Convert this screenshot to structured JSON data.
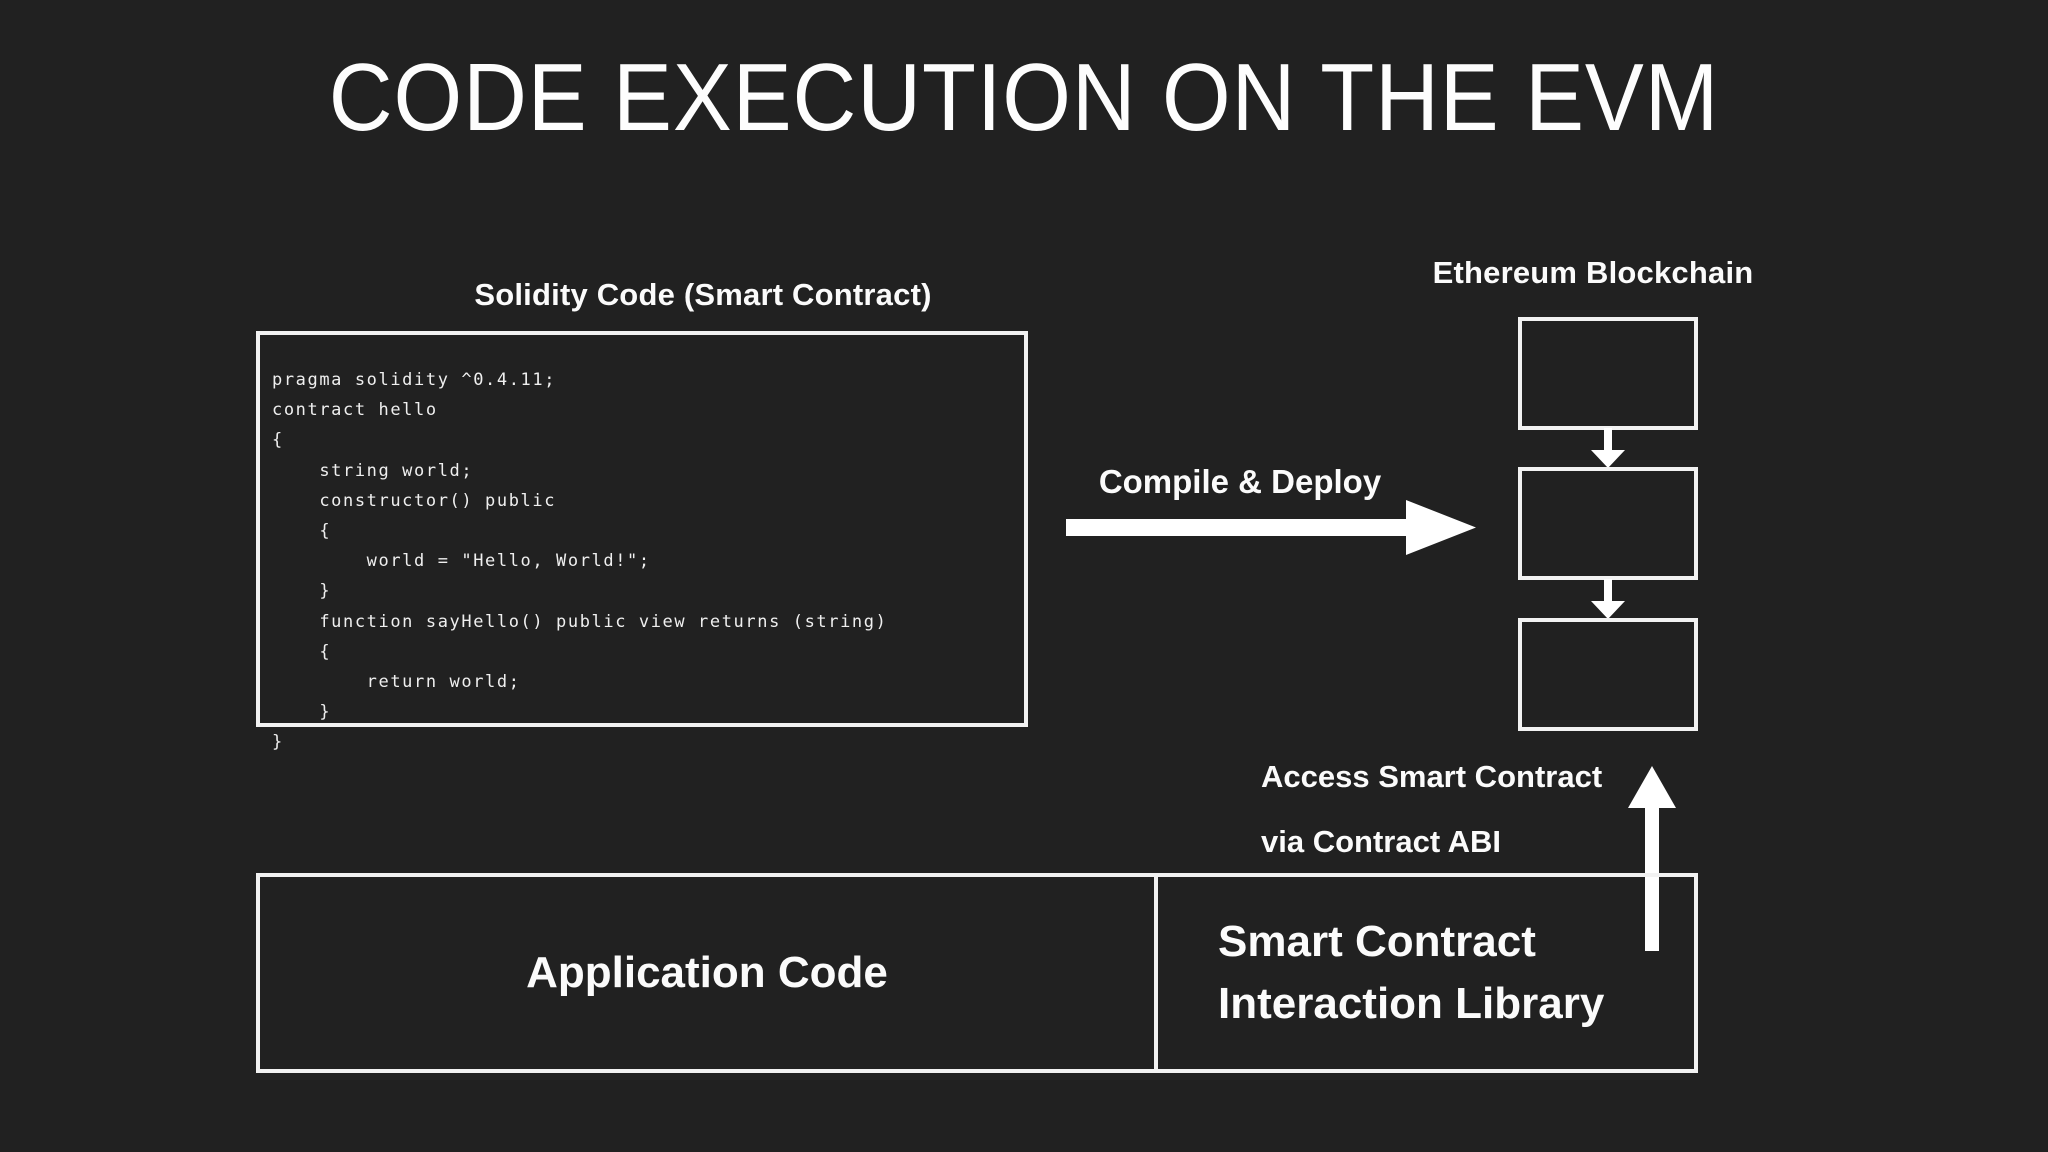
{
  "slide": {
    "title": "CODE EXECUTION ON THE EVM",
    "background_color": "#212121",
    "foreground_color": "#ffffff"
  },
  "solidity_panel": {
    "heading": "Solidity Code (Smart Contract)",
    "code": "pragma solidity ^0.4.11;\ncontract hello\n{\n    string world;\n    constructor() public\n    {\n        world = \"Hello, World!\";\n    }\n    function sayHello() public view returns (string)\n    {\n        return world;\n    }\n}",
    "code_lines": [
      "pragma solidity ^0.4.11;",
      "contract hello",
      "{",
      "    string world;",
      "    constructor() public",
      "    {",
      "        world = \"Hello, World!\";",
      "    }",
      "    function sayHello() public view returns (string)",
      "    {",
      "        return world;",
      "    }",
      "}"
    ]
  },
  "compile_deploy": {
    "label": "Compile & Deploy",
    "arrow_icon": "arrow-right-icon"
  },
  "blockchain": {
    "heading": "Ethereum Blockchain",
    "blocks": [
      {
        "label": ""
      },
      {
        "label": ""
      },
      {
        "label": ""
      }
    ],
    "chain_arrow_icon": "arrow-down-icon"
  },
  "access_contract": {
    "line1": "Access Smart Contract",
    "line2": "via Contract ABI",
    "arrow_icon": "arrow-up-icon"
  },
  "bottom_bar": {
    "application_code": "Application Code",
    "library_line1": "Smart Contract",
    "library_line2": "Interaction Library"
  }
}
